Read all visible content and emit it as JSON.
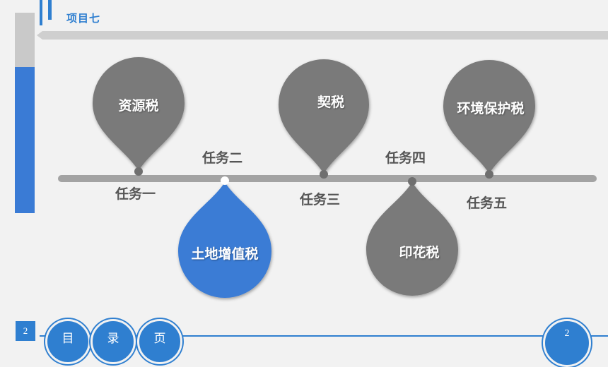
{
  "header": {
    "title": "项目七"
  },
  "timeline": {
    "tasks": [
      "任务一",
      "任务二",
      "任务三",
      "任务四",
      "任务五"
    ],
    "pins": [
      "资源税",
      "土地增值税",
      "契税",
      "印花税",
      "环境保护税"
    ]
  },
  "footer": {
    "slide_number": "2",
    "nav": [
      "目",
      "录",
      "页"
    ],
    "page_number": "2"
  },
  "colors": {
    "accent_blue": "#3a7bd5",
    "pin_gray": "#7a7a7a",
    "timeline_gray": "#a3a3a3"
  }
}
